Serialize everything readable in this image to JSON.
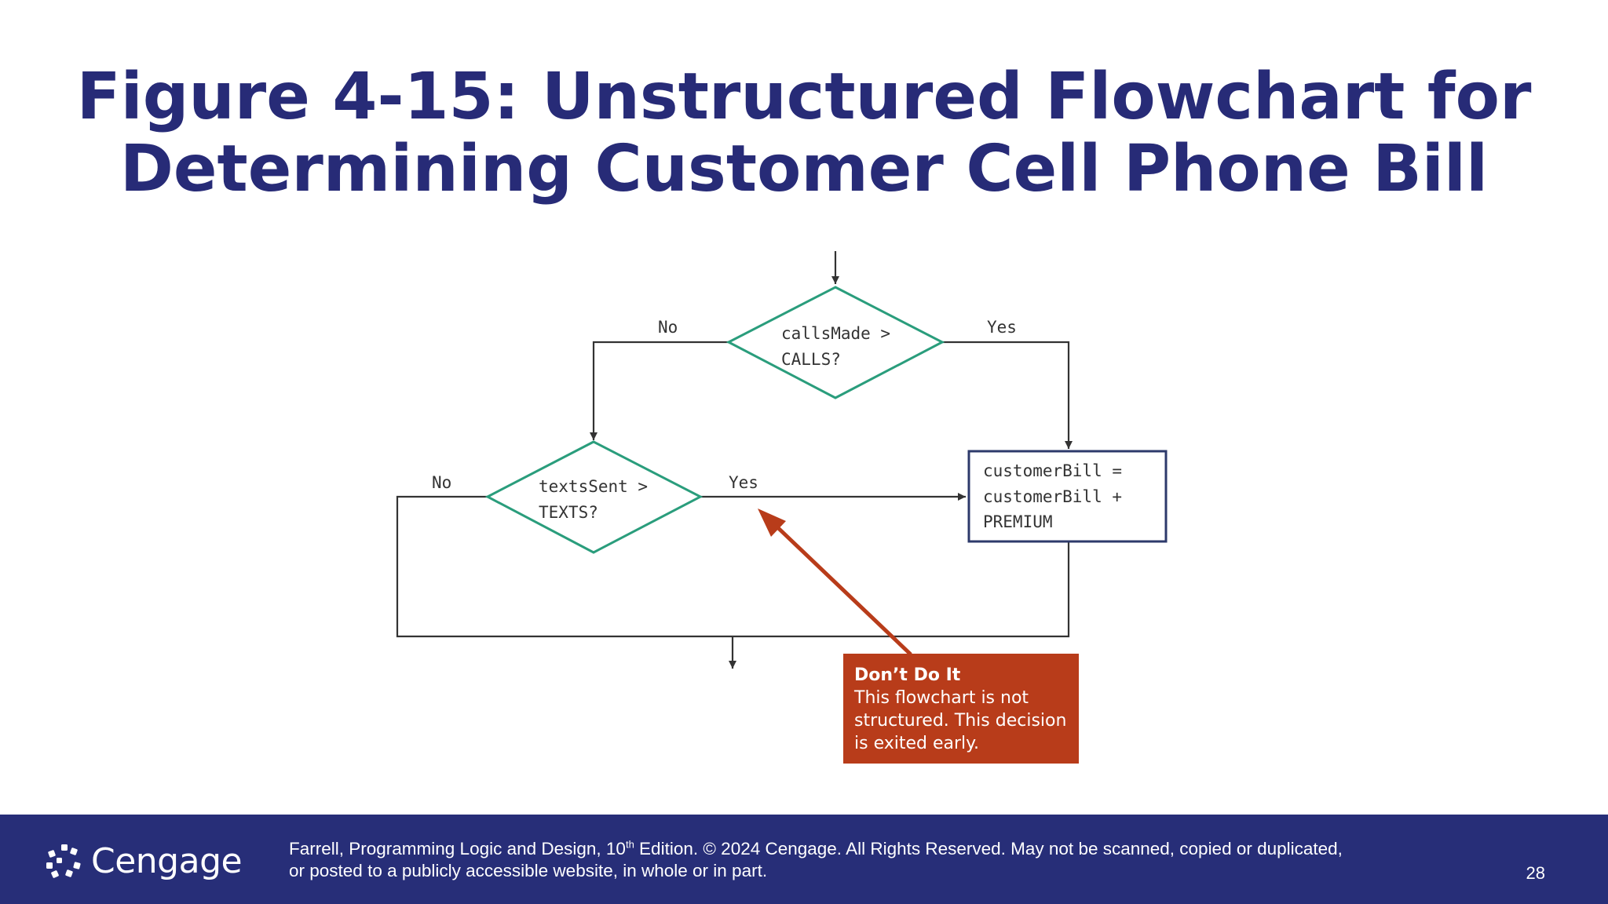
{
  "slide": {
    "title_line1": "Figure 4-15: Unstructured Flowchart for",
    "title_line2": "Determining Customer Cell Phone Bill"
  },
  "diagram": {
    "decision1": {
      "line1": "callsMade >",
      "line2": "CALLS?",
      "no_label": "No",
      "yes_label": "Yes"
    },
    "decision2": {
      "line1": "textsSent >",
      "line2": "TEXTS?",
      "no_label": "No",
      "yes_label": "Yes"
    },
    "process": {
      "line1": "customerBill =",
      "line2": "customerBill +",
      "line3": "PREMIUM"
    },
    "callout": {
      "title": "Don’t Do It",
      "line1": "This flowchart is not",
      "line2": "structured. This decision",
      "line3": "is exited early."
    },
    "colors": {
      "decision_stroke": "#2a9d7c",
      "process_stroke": "#2d3a6b",
      "callout_fill": "#b83c1a",
      "line": "#333333"
    }
  },
  "footer": {
    "brand": "Cengage",
    "copyright_pre": "Farrell, Programming Logic and Design, 10",
    "copyright_sup": "th",
    "copyright_post": " Edition. © 2024 Cengage. All Rights Reserved. May not be scanned, copied or duplicated,",
    "copyright_line2": "or posted to a publicly accessible website, in whole or in part.",
    "page_number": "28",
    "background": "#272e78"
  }
}
